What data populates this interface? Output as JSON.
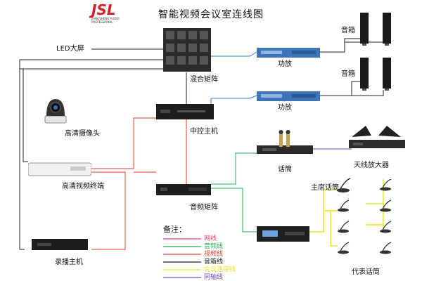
{
  "logo": {
    "mark": "JSL",
    "line1": "JIANGSHENG AUDIO",
    "line2": "PROFESSIONAL"
  },
  "title": "智能视频会议室连线图",
  "devices": {
    "led_screen": "LED大屏",
    "matrix": "混合矩阵",
    "central_host": "中控主机",
    "hd_camera": "高清摄像头",
    "hd_terminal": "高清视频终端",
    "recorder": "录播主机",
    "audio_matrix": "音频矩阵",
    "amp1": "功放",
    "amp2": "功放",
    "speakers1": "音箱",
    "speakers2": "音箱",
    "mic": "话筒",
    "antenna_amp": "天线放大器",
    "chair_mic": "主席话筒",
    "delegate_mic": "代表话筒"
  },
  "legend": {
    "title": "备注：",
    "items": [
      {
        "label": "网线",
        "color": "#e8407a"
      },
      {
        "label": "音频线",
        "color": "#22b04c"
      },
      {
        "label": "视频线",
        "color": "#d9402a"
      },
      {
        "label": "音箱线",
        "color": "#222222"
      },
      {
        "label": "会议连接线",
        "color": "#e6e62a"
      },
      {
        "label": "同轴线",
        "color": "#6a4bc4"
      }
    ]
  },
  "colors": {
    "network": "#e8407a",
    "audio": "#22b04c",
    "video": "#d9402a",
    "speaker": "#222222",
    "conference": "#e6e62a",
    "coax": "#6a4bc4",
    "blue_wire": "#2f7fd0"
  }
}
